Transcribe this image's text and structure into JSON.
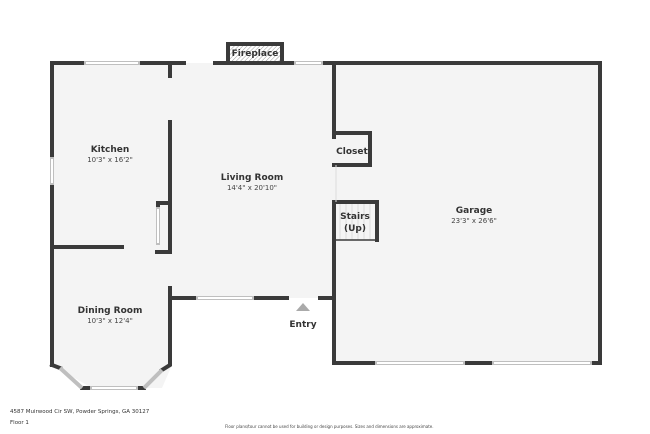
{
  "rooms": {
    "kitchen": {
      "name": "Kitchen",
      "dims": "10'3\" x 16'2\""
    },
    "living": {
      "name": "Living Room",
      "dims": "14'4\" x 20'10\""
    },
    "dining": {
      "name": "Dining Room",
      "dims": "10'3\" x 12'4\""
    },
    "garage": {
      "name": "Garage",
      "dims": "23'3\" x 26'6\""
    },
    "closet": {
      "name": "Closet"
    },
    "stairs": {
      "name": "Stairs",
      "note": "(Up)"
    },
    "fireplace": {
      "name": "Fireplace"
    },
    "entry": {
      "name": "Entry"
    }
  },
  "footer": {
    "address": "4587 Muirwood Cir SW, Powder Springs, GA 30127",
    "floor": "Floor 1",
    "disclaimer": "Floor plans/tour cannot be used for building or design purposes. Sizes and dimensions are approximate."
  }
}
